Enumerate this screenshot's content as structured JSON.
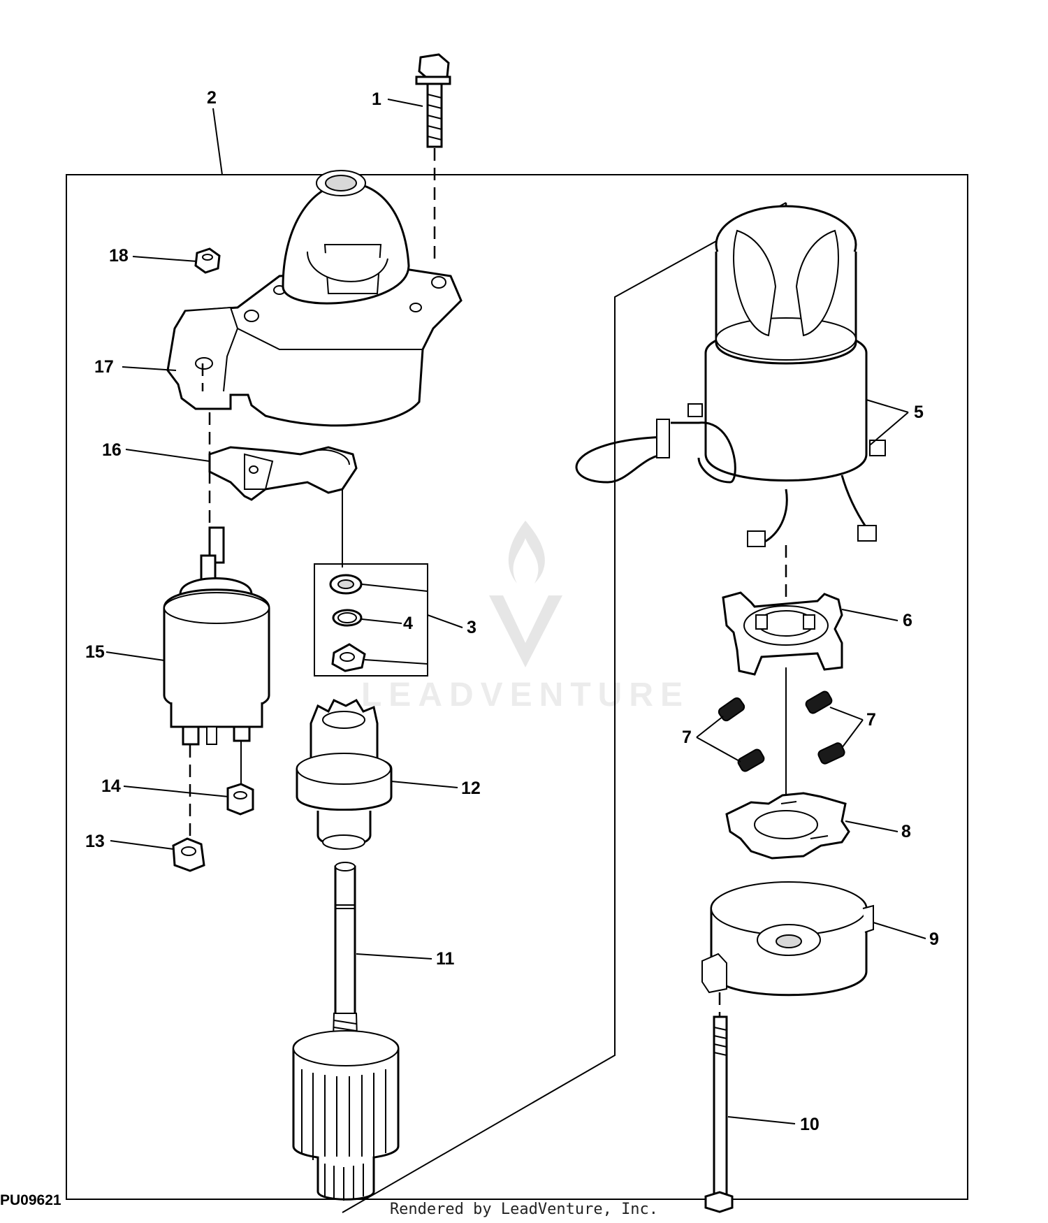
{
  "figure_id": "PU09621",
  "watermark": "LEADVENTURE",
  "footer": "Rendered by LeadVenture, Inc.",
  "callouts": [
    "1",
    "2",
    "3",
    "4",
    "5",
    "6",
    "7",
    "7",
    "8",
    "9",
    "10",
    "11",
    "12",
    "13",
    "14",
    "15",
    "16",
    "17",
    "18"
  ]
}
